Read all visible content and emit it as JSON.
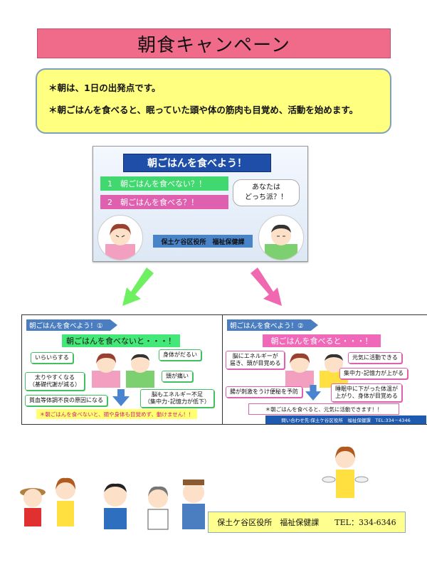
{
  "title": "朝食キャンペーン",
  "intro": {
    "line1": "＊朝は、1日の出発点です。",
    "line2": "＊朝ごはんを食べると、眠っていた頭や体の筋肉も目覚め、活動を始めます。"
  },
  "main_slide": {
    "title": "朝ごはんを食べよう！",
    "option1": "1　朝ごはんを食べない？！",
    "option2": "2　朝ごはんを食べる？！",
    "bubble_line1": "あなたは",
    "bubble_line2": "どっち派？！",
    "office": "保土ケ谷区役所　福祉保健課"
  },
  "slide_left": {
    "tab": "朝ごはんを食べよう！①",
    "heading": "朝ごはんを食べないと・・・！",
    "labels": {
      "irritable": "いらいらする",
      "fat_line1": "太りやすくなる",
      "fat_line2": "（基礎代謝が減る）",
      "anemia": "貧血等体調不良の原因になる",
      "tired": "身体がだるい",
      "headache": "頭が痛い",
      "energy_line1": "脳もエネルギー不足",
      "energy_line2": "（集中力･記憶力が低下）"
    },
    "footer": "＊朝ごはんを食べないと、頭や身体も目覚めず、動けません！！"
  },
  "slide_right": {
    "tab": "朝ごはんを食べよう！②",
    "heading": "朝ごはんを食べると・・・！",
    "labels": {
      "brain_line1": "脳にエネルギーが",
      "brain_line2": "届き、頭が目覚める",
      "energetic": "元気に活動できる",
      "focus": "集中力･記憶力が上がる",
      "gut": "腸が刺激をうけ便秘を予防",
      "temp_line1": "睡眠中に下がった体温が",
      "temp_line2": "上がり、身体が目覚める"
    },
    "footer": "＊朝ごはんを食べると、元気に活動できます！！",
    "contact": "問い合わせ先:保土ケ谷区役所　福祉保健課　TEL:334－4346"
  },
  "contact": "保土ケ谷区役所　福祉保健課　　TEL：334-6346",
  "colors": {
    "title_bg": "#f06b8a",
    "intro_bg": "#ffff80",
    "green": "#44e878",
    "pink": "#f068b8",
    "navy": "#1e4ea8"
  }
}
